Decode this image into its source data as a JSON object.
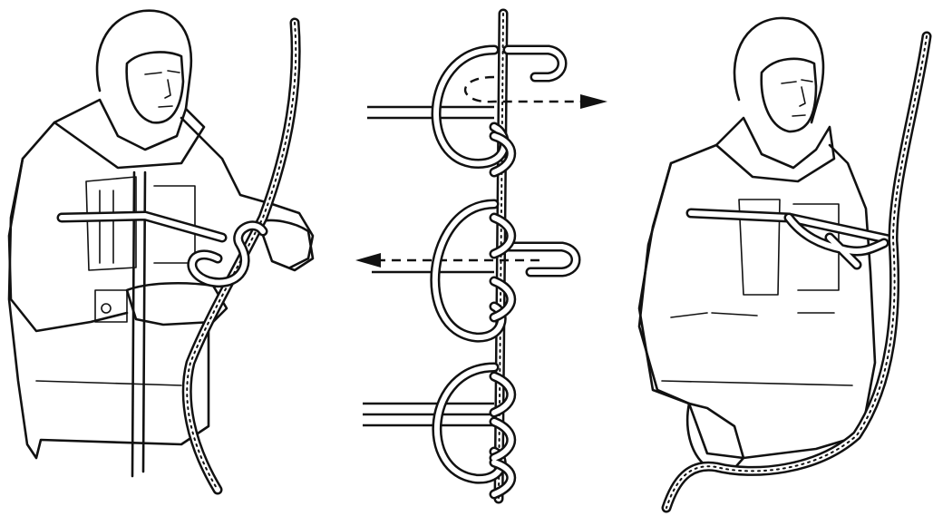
{
  "figure": {
    "panels": [
      {
        "id": "left",
        "subject": "person-tying-rope-to-chest"
      },
      {
        "id": "center",
        "subject": "knot-tying-steps",
        "steps": 3
      },
      {
        "id": "right",
        "subject": "person-with-rope-tied-to-chest"
      }
    ],
    "arrows": [
      {
        "step": 1,
        "direction": "right",
        "style": "dashed"
      },
      {
        "step": 2,
        "direction": "left",
        "style": "dashed"
      }
    ],
    "colors": {
      "ink": "#111111",
      "background": "#ffffff"
    }
  }
}
